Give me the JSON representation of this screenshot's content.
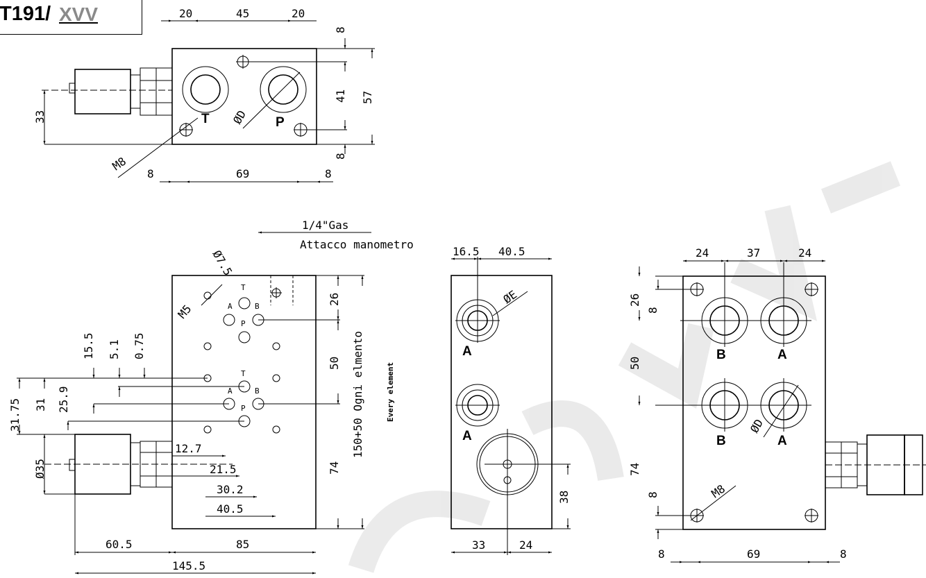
{
  "title": {
    "code": "T191/",
    "suffix": "XVV"
  },
  "top_view": {
    "dims": [
      "20",
      "45",
      "20",
      "8",
      "41",
      "57",
      "8",
      "33",
      "8",
      "69",
      "8"
    ],
    "ports": [
      "T",
      "P"
    ],
    "labels": {
      "diameter": "ØD",
      "thread": "M8"
    }
  },
  "front_view": {
    "gauge": {
      "size": "1/4\"Gas",
      "name": "Attacco manometro"
    },
    "dims_top": [
      "Ø7.5",
      "M5"
    ],
    "dims_left": [
      "15.5",
      "5.1",
      "0.75",
      "31.75",
      "31",
      "25.9",
      "Ø35"
    ],
    "dims_inner": [
      "12.7",
      "21.5",
      "30.2",
      "40.5"
    ],
    "dims_right": [
      "26",
      "50",
      "74",
      "150+50 Ogni elmento"
    ],
    "every_element": "Every element",
    "dims_bottom": [
      "60.5",
      "85",
      "145.5"
    ],
    "small_labels": {
      "t": "T",
      "a": "A",
      "b": "B",
      "p": "P"
    }
  },
  "side_view": {
    "dims_top": [
      "16.5",
      "40.5"
    ],
    "diameter": "ØE",
    "ports": [
      "A",
      "A"
    ],
    "dims_right": [
      "38"
    ],
    "dims_bottom": [
      "33",
      "24"
    ]
  },
  "rear_view": {
    "dims_top": [
      "24",
      "37",
      "24"
    ],
    "dims_left": [
      "26",
      "8",
      "50",
      "74",
      "8"
    ],
    "ports": [
      "B",
      "A",
      "B",
      "A"
    ],
    "labels": {
      "diameter": "ØD",
      "thread": "M8"
    },
    "dims_bottom": [
      "8",
      "69",
      "8"
    ]
  }
}
